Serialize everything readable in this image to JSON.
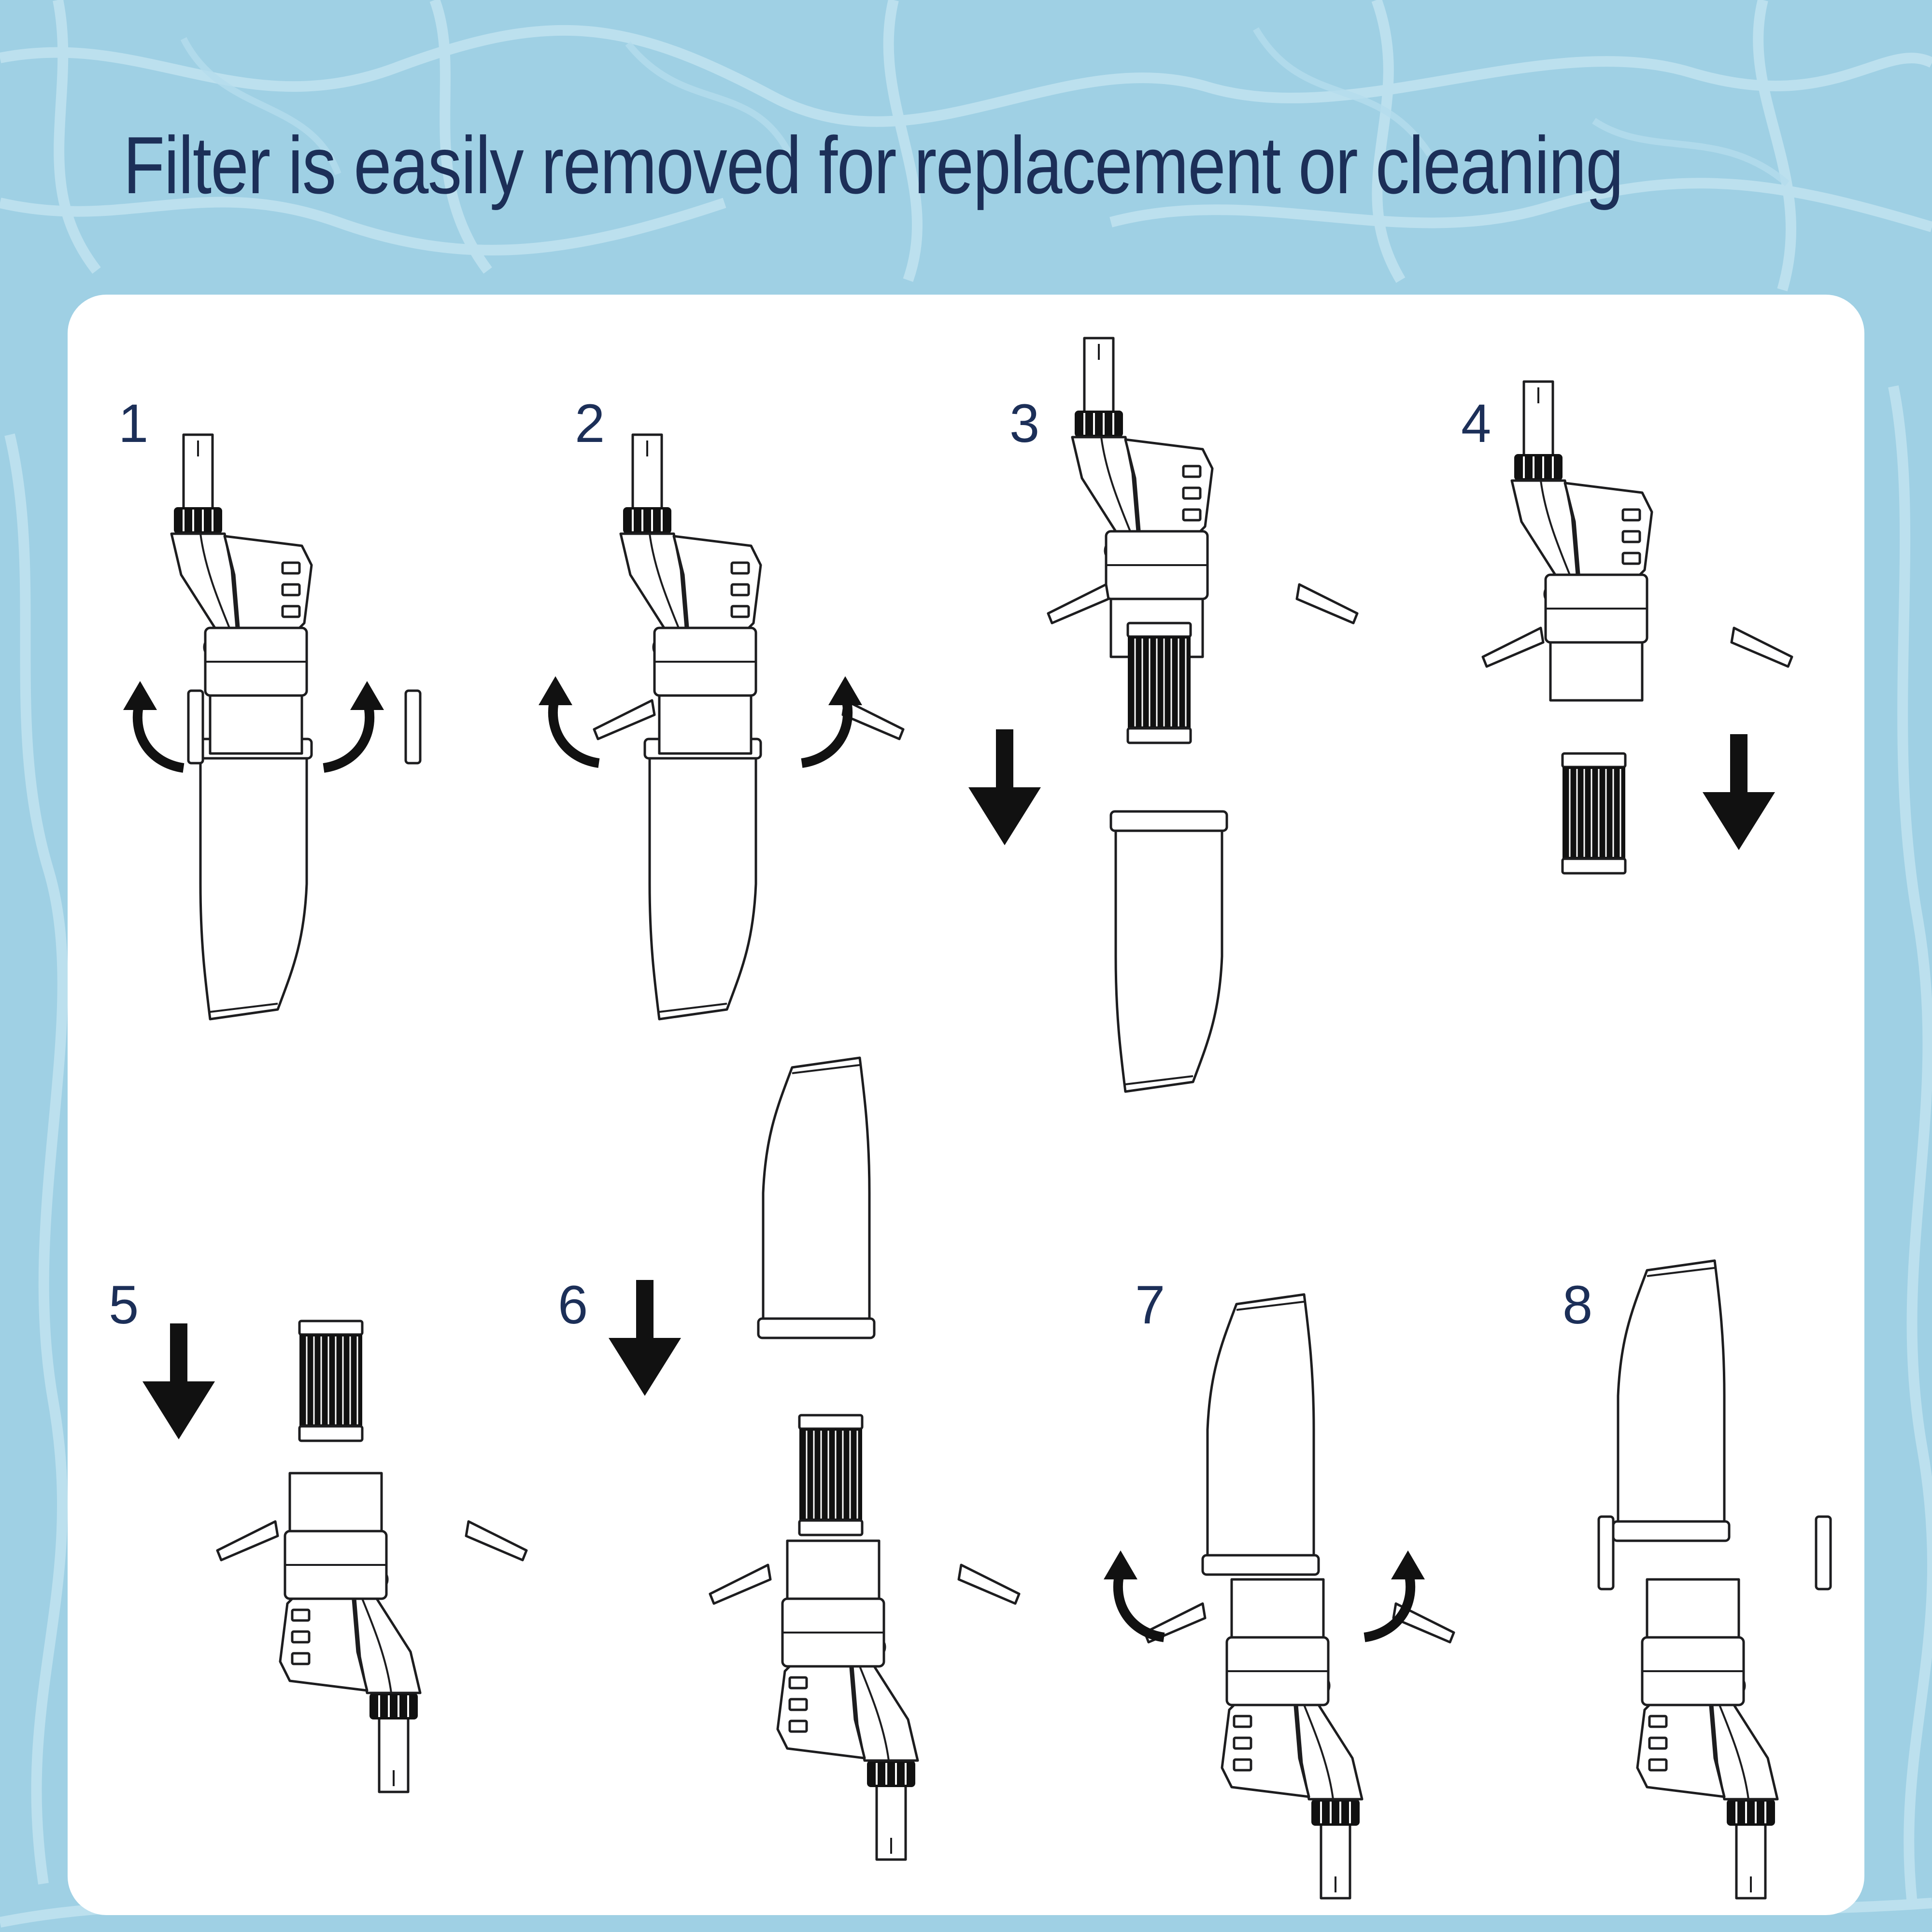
{
  "headline": "Filter is easily removed for replacement or cleaning",
  "steps": [
    {
      "number": "1"
    },
    {
      "number": "2"
    },
    {
      "number": "3"
    },
    {
      "number": "4"
    },
    {
      "number": "5"
    },
    {
      "number": "6"
    },
    {
      "number": "7"
    },
    {
      "number": "8"
    }
  ],
  "colors": {
    "background": "#9fd0e4",
    "water_highlight": "#c6e6f2",
    "headline_text": "#1c2f58",
    "card": "#ffffff",
    "line_art": "#1d1d1f",
    "arrow": "#111111"
  },
  "icons": [
    "down-arrow-icon",
    "curved-arrow-icon"
  ]
}
